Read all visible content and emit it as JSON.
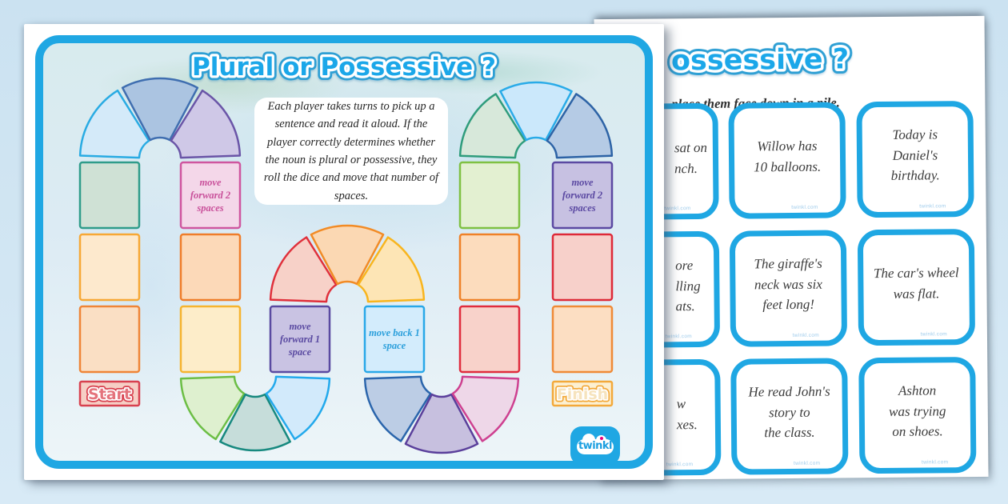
{
  "colors": {
    "accent_blue": "#1fa7e3",
    "title_blue": "#1ba7e9",
    "title_outline": "#2e9fd4",
    "page_bg": "#cfe4f2"
  },
  "board_page": {
    "title": "Plural or Possessive ?",
    "instructions": "Each player takes turns to pick up a sentence and read it aloud. If the player correctly determines whether the noun is plural or possessive, they roll the dice and move that number of spaces.",
    "start_label": "Start",
    "finish_label": "Finish",
    "logo_text": "twinkl",
    "squares": [
      {
        "col": 1,
        "row": "A",
        "fill": "#cfe1d5",
        "border": "#2f9c8a"
      },
      {
        "col": 1,
        "row": "B",
        "fill": "#fde9cd",
        "border": "#f7a835"
      },
      {
        "col": 1,
        "row": "C",
        "fill": "#fadfc4",
        "border": "#ef8537"
      },
      {
        "col": 2,
        "row": "A",
        "fill": "#f4d7e9",
        "border": "#cf569f",
        "label": "move forward 2 spaces",
        "label_color": "#c9519b"
      },
      {
        "col": 2,
        "row": "B",
        "fill": "#fcd9b8",
        "border": "#ef7d2a"
      },
      {
        "col": 2,
        "row": "C",
        "fill": "#fdedc9",
        "border": "#f6b42f"
      },
      {
        "col": 3,
        "row": "C",
        "fill": "#c9c3e3",
        "border": "#5a4aa1",
        "label": "move forward 1 space",
        "label_color": "#5a4aa1"
      },
      {
        "col": 4,
        "row": "C",
        "fill": "#d3ecfc",
        "border": "#29a8e8",
        "label": "move back 1 space",
        "label_color": "#2b9fdb"
      },
      {
        "col": 5,
        "row": "C",
        "fill": "#f8d2ca",
        "border": "#e02c3d"
      },
      {
        "col": 5,
        "row": "B",
        "fill": "#fcdcbd",
        "border": "#ef8128"
      },
      {
        "col": 5,
        "row": "A",
        "fill": "#e3f0d1",
        "border": "#7fc143"
      },
      {
        "col": 6,
        "row": "A",
        "fill": "#c7c1e2",
        "border": "#5b49a2",
        "label": "move forward 2 spaces",
        "label_color": "#5b49a2"
      },
      {
        "col": 6,
        "row": "B",
        "fill": "#f7d0ca",
        "border": "#de2a38"
      },
      {
        "col": 6,
        "row": "C",
        "fill": "#fcdec2",
        "border": "#ef8a37"
      }
    ],
    "curves": [
      {
        "id": "arch-1",
        "orient": "up",
        "wedges": [
          {
            "fill": "#d4eaf9",
            "border": "#29abe3"
          },
          {
            "fill": "#abc4e1",
            "border": "#3f6eb0"
          },
          {
            "fill": "#cfc8e7",
            "border": "#6a55a7"
          }
        ]
      },
      {
        "id": "u-1",
        "orient": "down",
        "wedges": [
          {
            "fill": "#def0cf",
            "border": "#6cbe45"
          },
          {
            "fill": "#c6ddda",
            "border": "#17897f"
          },
          {
            "fill": "#d2eafb",
            "border": "#22a9ec"
          }
        ]
      },
      {
        "id": "arch-2",
        "orient": "up",
        "wedges": [
          {
            "fill": "#f7d1c8",
            "border": "#e0303b"
          },
          {
            "fill": "#fbd8b3",
            "border": "#f28b25"
          },
          {
            "fill": "#fde5b5",
            "border": "#f8b51e"
          }
        ]
      },
      {
        "id": "u-2",
        "orient": "down",
        "wedges": [
          {
            "fill": "#bccde5",
            "border": "#2a65ac"
          },
          {
            "fill": "#c7c0df",
            "border": "#5a3f9b"
          },
          {
            "fill": "#eed7e8",
            "border": "#ce4090"
          }
        ]
      },
      {
        "id": "arch-3",
        "orient": "up",
        "wedges": [
          {
            "fill": "#d7e8da",
            "border": "#2f9c7c"
          },
          {
            "fill": "#cbe8fb",
            "border": "#29abe8"
          },
          {
            "fill": "#b5cbe5",
            "border": "#2d63a6"
          }
        ]
      }
    ]
  },
  "cards_page": {
    "title_fragment": "ossessive ?",
    "instruction_fragment": "place them face down in a pile.",
    "watermark": "twinkl.com",
    "cards": [
      {
        "col": 0,
        "row": 0,
        "partial": true,
        "lines": [
          "sat on",
          "nch."
        ]
      },
      {
        "col": 1,
        "row": 0,
        "partial": false,
        "lines": [
          "Willow has",
          "10 balloons."
        ]
      },
      {
        "col": 2,
        "row": 0,
        "partial": false,
        "lines": [
          "Today is",
          "Daniel's",
          "birthday."
        ]
      },
      {
        "col": 0,
        "row": 1,
        "partial": true,
        "lines": [
          "ore",
          "lling",
          "ats."
        ]
      },
      {
        "col": 1,
        "row": 1,
        "partial": false,
        "lines": [
          "The giraffe's",
          "neck was six",
          "feet long!"
        ]
      },
      {
        "col": 2,
        "row": 1,
        "partial": false,
        "lines": [
          "The car's wheel",
          "was flat."
        ]
      },
      {
        "col": 0,
        "row": 2,
        "partial": true,
        "lines": [
          "w",
          "xes."
        ]
      },
      {
        "col": 1,
        "row": 2,
        "partial": false,
        "lines": [
          "He read John's",
          "story to",
          "the class."
        ]
      },
      {
        "col": 2,
        "row": 2,
        "partial": false,
        "lines": [
          "Ashton",
          "was trying",
          "on shoes."
        ]
      }
    ]
  }
}
